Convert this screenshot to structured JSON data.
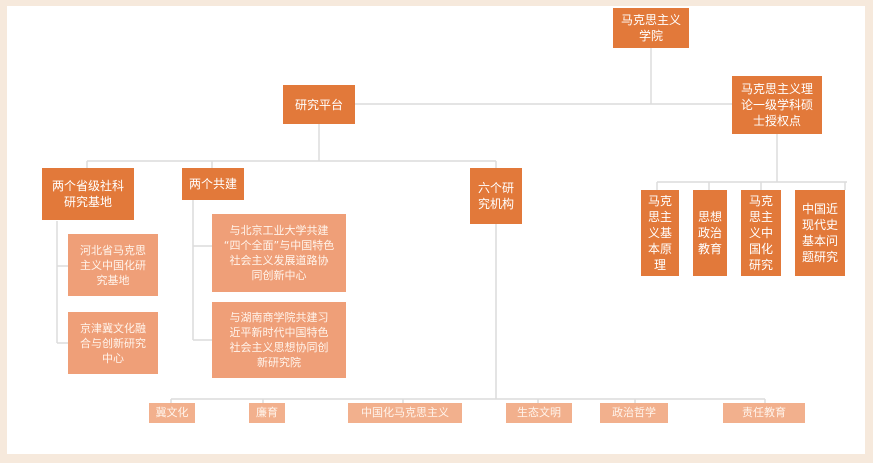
{
  "colors": {
    "dark_box": "#e2793a",
    "light_box": "#ef9f78",
    "bar_box": "#f2b08d",
    "line": "#dcdcdc",
    "outer_bg": "#f6e9dc"
  },
  "root": "马克思主义\n学院",
  "research_platform": "研究平台",
  "degree_point": "马克思主义理\n论一级学科硕\n士授权点",
  "branches": {
    "provincial": "两个省级社科\n研究基地",
    "co_build": "两个共建",
    "six_institutes": "六个研\n究机构"
  },
  "provincial_children": [
    "河北省马克思\n主义中国化研\n究基地",
    "京津冀文化融\n合与创新研究\n中心"
  ],
  "co_build_children": [
    "与北京工业大学共建\n“四个全面”与中国特色\n社会主义发展道路协\n同创新中心",
    "与湖南商学院共建习\n近平新时代中国特色\n社会主义思想协同创\n新研究院"
  ],
  "institutes": [
    "冀文化",
    "廉育",
    "中国化马克思主义",
    "生态文明",
    "政治哲学",
    "责任教育"
  ],
  "disciplines": [
    "马克\n思主\n义基\n本原\n理",
    "思想\n政治\n教育",
    "马克\n思主\n义中\n国化\n研究",
    "中国近\n现代史\n基本问\n题研究"
  ]
}
